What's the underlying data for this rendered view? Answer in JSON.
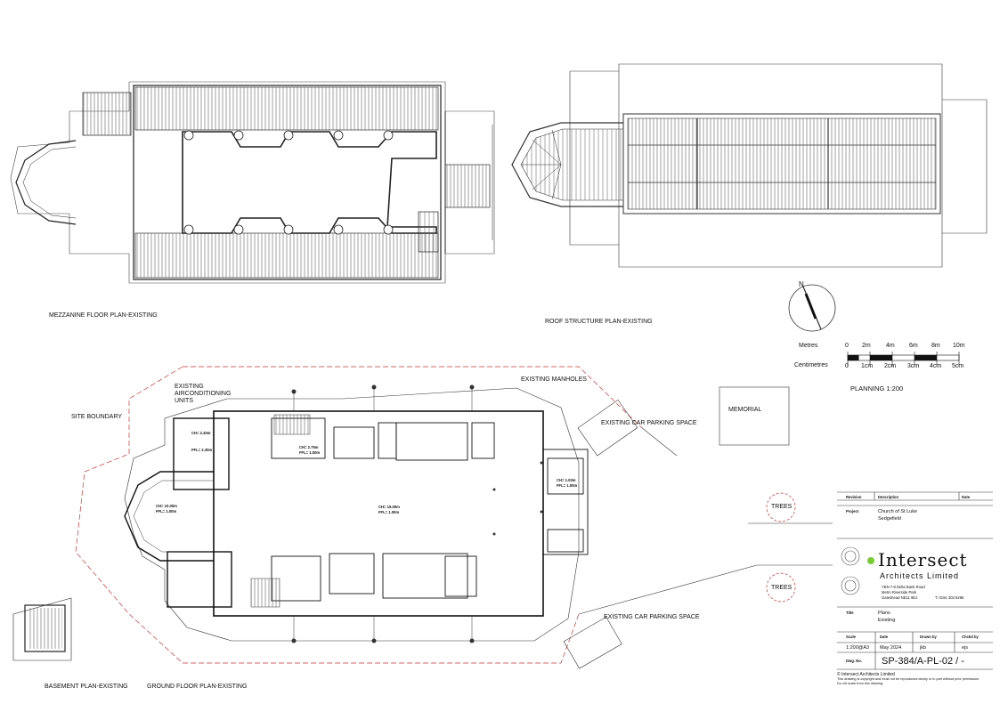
{
  "plan_labels": {
    "mezzanine": "MEZZANINE FLOOR PLAN-EXISTING",
    "roof": "ROOF STRUCTURE PLAN-EXISTING",
    "basement": "BASEMENT PLAN-EXISTING",
    "ground": "GROUND FLOOR PLAN-EXISTING"
  },
  "annotations": {
    "site_boundary": "SITE BOUNDARY",
    "aircon_line1": "EXISTING",
    "aircon_line2": "AIRCONDITIONING",
    "aircon_line3": "UNITS",
    "manholes": "EXISTING MANHOLES",
    "parking_top": "EXISTING CAR PARKING SPACE",
    "parking_bottom": "EXISTING CAR PARKING SPACE",
    "memorial": "MEMORIAL",
    "trees_1": "TREES",
    "trees_2": "TREES"
  },
  "scale_bar": {
    "metres_label": "Metres",
    "centimetres_label": "Centimetres",
    "metre_ticks": [
      "0",
      "2m",
      "4m",
      "6m",
      "8m",
      "10m"
    ],
    "cm_ticks": [
      "0",
      "1cm",
      "2cm",
      "3cm",
      "4cm",
      "5cm"
    ],
    "planning": "PLANNING 1:200"
  },
  "north": "N",
  "title_block": {
    "revision_h": "Revision",
    "description_h": "Description",
    "date_h": "Date",
    "project_h": "Project",
    "project_line1": "Church of St Luke",
    "project_line2": "Sedgefield",
    "company_name": "Intersect",
    "company_sub": "Architects Limited",
    "address_1": "YBN 7-8 Delta Bank Road",
    "address_2": "Metro Riverside Park",
    "address_3": "Gateshead NE11 9DJ",
    "phone": "T: 0191 303 6285",
    "title_h": "Title",
    "title_line1": "Plans",
    "title_line2": "Existing",
    "scale_h": "Scale",
    "scale_v": "1:200@A3",
    "date_v_h": "Date",
    "date_v": "May 2024",
    "drawn_h": "Drawn by",
    "drawn_v": "jkb",
    "checked_h": "Chckd by",
    "checked_v": "ejs",
    "dwg_h": "Dwg. No.",
    "dwg_v": "SP-384/A-PL-02 /  -",
    "copyright_1": "© Intersect Architects Limited",
    "copyright_2": "This drawing is copyright and must not be reproduced wholly or in part without prior permission.",
    "copyright_3": "Do not scale from this drawing."
  },
  "room_tags": {
    "r1": "CH= 15.00m",
    "r2": "FFL= 1.00m",
    "r3": "CH= 2.40m",
    "r4": "FFL= 2.30m",
    "r5": "CH= 10.00m",
    "r6": "FFL= 1.00m",
    "r7": "CH= 2.75m",
    "r8": "FFL= 1.00m",
    "r9": "CH= 1.00m",
    "r10": "FFL= 1.00m"
  }
}
